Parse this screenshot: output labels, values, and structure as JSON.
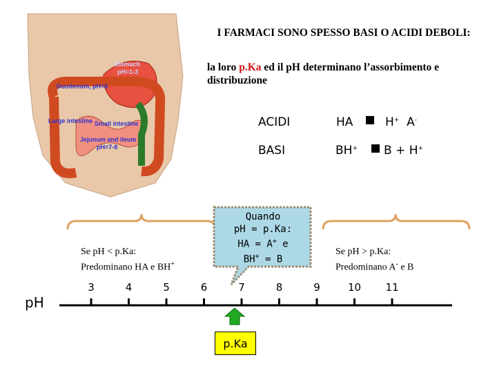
{
  "title": "I FARMACI SONO SPESSO BASI O ACIDI DEBOLI:",
  "subtitle": {
    "prefix": "la loro ",
    "highlight": "p.Ka",
    "suffix": " ed il pH determinano l’assorbimento e distribuzione"
  },
  "colors": {
    "highlight_red": "#d01010",
    "callout_fill": "#add8e6",
    "callout_border": "#9a8a70",
    "pka_box": "#ffff00",
    "arrow_green": "#22aa22",
    "brace": "#e0a060"
  },
  "anatomy": {
    "stomach": "Stomach",
    "stomach_ph": "pH=1-3",
    "duodenum": "Duodenum, pH=6",
    "large_intestine": "Large intestine",
    "small_intestine": "Small intestine",
    "jejunum_ileum": "Jejunum and ileum",
    "small_ph": "pH=7-8"
  },
  "equations": {
    "acid_label": "ACIDI",
    "acid_left": "HA",
    "acid_right_1": "H",
    "acid_right_1_sup": "+",
    "acid_right_2": "A",
    "acid_right_2_sup": "-",
    "base_label": "BASI",
    "base_left": "BH",
    "base_left_sup": "+",
    "base_right_1": "B + H",
    "base_right_1_sup": "+"
  },
  "left_note": {
    "line1": "Se pH < p.Ka:",
    "line2": "Predominano HA e BH",
    "line2_sup": "+"
  },
  "right_note": {
    "line1": "Se pH > p.Ka:",
    "line2a": "Predominano A",
    "line2_sup": "-",
    "line2b": " e B"
  },
  "callout": {
    "line1": "Quando",
    "line2": "pH = p.Ka:",
    "line3": "HA = A",
    "line3_sup": "+",
    "line3b": " e",
    "line4": "BH",
    "line4_sup": "+",
    "line4b": " = B"
  },
  "scale": {
    "axis_label": "pH",
    "ticks": [
      "3",
      "4",
      "5",
      "6",
      "7",
      "8",
      "9",
      "10",
      "11"
    ]
  },
  "pka_label": "p.Ka"
}
